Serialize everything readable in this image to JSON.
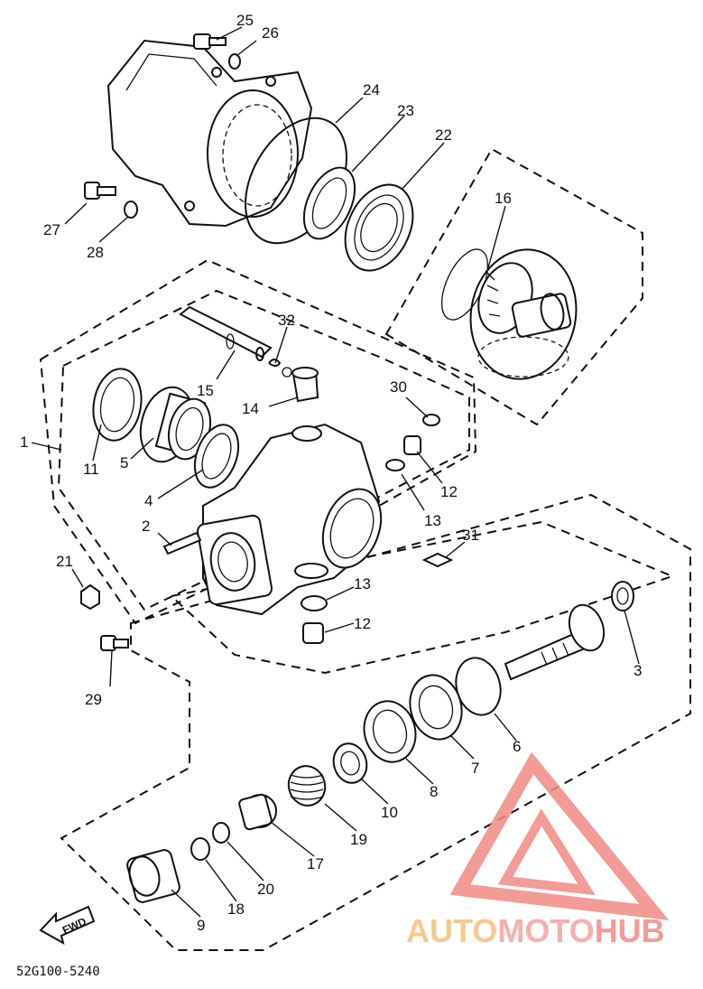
{
  "diagram": {
    "drawing_code": "52G100-5240",
    "fwd_label": "FWD",
    "watermark": {
      "part1": "AUTO",
      "part2": "MOTO",
      "part3": "HUB",
      "color_auto": "#f5c07a",
      "color_moto": "#f3a3a0",
      "color_hub": "#f28b87",
      "logo_color": "#f08a86"
    },
    "callouts": [
      {
        "id": "c1",
        "text": "1"
      },
      {
        "id": "c2",
        "text": "2"
      },
      {
        "id": "c3",
        "text": "3"
      },
      {
        "id": "c4",
        "text": "4"
      },
      {
        "id": "c5",
        "text": "5"
      },
      {
        "id": "c6",
        "text": "6"
      },
      {
        "id": "c7",
        "text": "7"
      },
      {
        "id": "c8",
        "text": "8"
      },
      {
        "id": "c9",
        "text": "9"
      },
      {
        "id": "c10",
        "text": "10"
      },
      {
        "id": "c11",
        "text": "11"
      },
      {
        "id": "c12a",
        "text": "12"
      },
      {
        "id": "c12b",
        "text": "12"
      },
      {
        "id": "c13a",
        "text": "13"
      },
      {
        "id": "c13b",
        "text": "13"
      },
      {
        "id": "c14",
        "text": "14"
      },
      {
        "id": "c15",
        "text": "15"
      },
      {
        "id": "c16",
        "text": "16"
      },
      {
        "id": "c17",
        "text": "17"
      },
      {
        "id": "c18",
        "text": "18"
      },
      {
        "id": "c19",
        "text": "19"
      },
      {
        "id": "c20",
        "text": "20"
      },
      {
        "id": "c21",
        "text": "21"
      },
      {
        "id": "c22",
        "text": "22"
      },
      {
        "id": "c23",
        "text": "23"
      },
      {
        "id": "c24",
        "text": "24"
      },
      {
        "id": "c25",
        "text": "25"
      },
      {
        "id": "c26",
        "text": "26"
      },
      {
        "id": "c27",
        "text": "27"
      },
      {
        "id": "c28",
        "text": "28"
      },
      {
        "id": "c29",
        "text": "29"
      },
      {
        "id": "c30",
        "text": "30"
      },
      {
        "id": "c31",
        "text": "31"
      },
      {
        "id": "c32",
        "text": "32"
      }
    ]
  }
}
